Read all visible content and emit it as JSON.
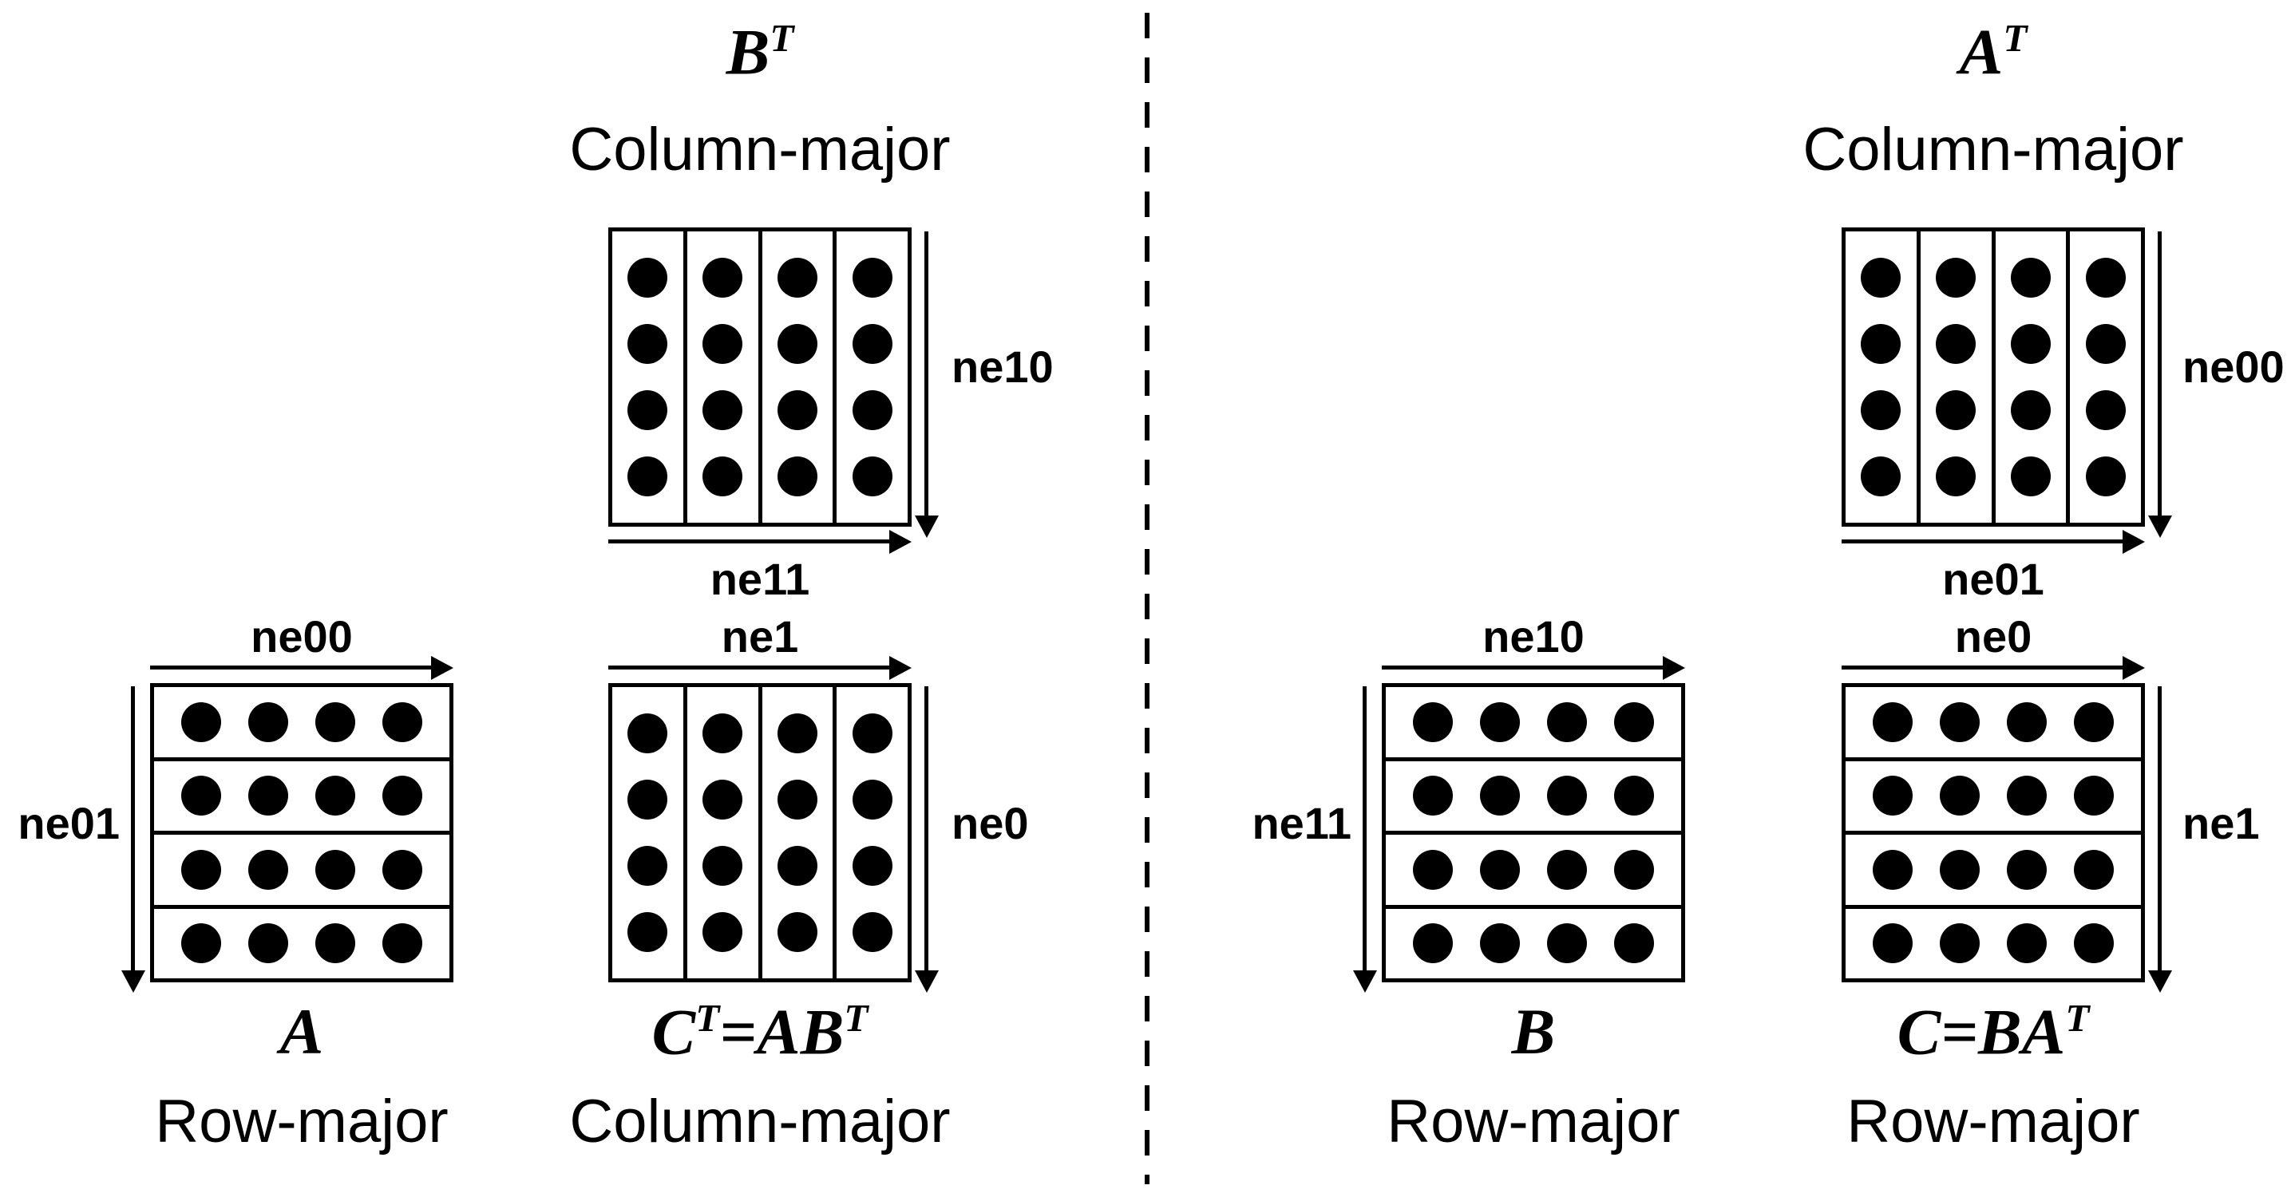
{
  "colors": {
    "background": "#ffffff",
    "ink": "#000000"
  },
  "matrix_grid": {
    "rows": 4,
    "cols": 4
  },
  "left": {
    "b_transpose": {
      "math": [
        {
          "text": "B"
        },
        {
          "text": "T",
          "sup": true
        }
      ],
      "storage": "Column-major",
      "orientation": "col",
      "v_dim": "ne10",
      "h_dim": "ne11"
    },
    "a": {
      "math": [
        {
          "text": "A"
        }
      ],
      "storage": "Row-major",
      "orientation": "row",
      "h_dim": "ne00",
      "v_dim": "ne01"
    },
    "c_transpose": {
      "math": [
        {
          "text": "C"
        },
        {
          "text": "T",
          "sup": true
        },
        {
          "text": "=AB"
        },
        {
          "text": "T",
          "sup": true
        }
      ],
      "storage": "Column-major",
      "orientation": "col",
      "h_dim": "ne1",
      "v_dim": "ne0"
    }
  },
  "right": {
    "a_transpose": {
      "math": [
        {
          "text": "A"
        },
        {
          "text": "T",
          "sup": true
        }
      ],
      "storage": "Column-major",
      "orientation": "col",
      "v_dim": "ne00",
      "h_dim": "ne01"
    },
    "b": {
      "math": [
        {
          "text": "B"
        }
      ],
      "storage": "Row-major",
      "orientation": "row",
      "h_dim": "ne10",
      "v_dim": "ne11"
    },
    "c": {
      "math": [
        {
          "text": "C"
        },
        {
          "text": "=BA"
        },
        {
          "text": "T",
          "sup": true
        }
      ],
      "storage": "Row-major",
      "orientation": "row",
      "h_dim": "ne0",
      "v_dim": "ne1"
    }
  }
}
